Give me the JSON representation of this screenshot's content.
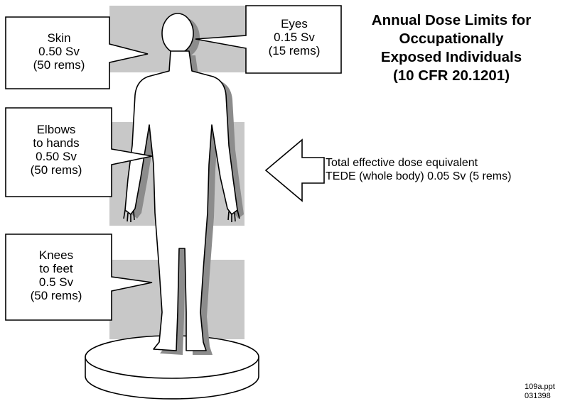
{
  "title": {
    "line1": "Annual Dose Limits for",
    "line2": "Occupationally",
    "line3": "Exposed Individuals",
    "line4": "(10 CFR 20.1201)"
  },
  "callouts": {
    "skin": {
      "part": "Skin",
      "dose": "0.50 Sv",
      "rems": "(50 rems)"
    },
    "eyes": {
      "part": "Eyes",
      "dose": "0.15 Sv",
      "rems": "(15 rems)"
    },
    "elbows": {
      "part1": "Elbows",
      "part2": "to hands",
      "dose": "0.50 Sv",
      "rems": "(50 rems)"
    },
    "knees": {
      "part1": "Knees",
      "part2": "to feet",
      "dose": "0.5 Sv",
      "rems": "(50 rems)"
    }
  },
  "tede": {
    "line1": "Total effective dose equivalent",
    "line2": "TEDE (whole body) 0.05 Sv (5 rems)"
  },
  "file_ref": {
    "line1": "109a.ppt",
    "line2": "031398"
  },
  "colors": {
    "shade": "#c8c8c8",
    "shadow": "#8c8c8c",
    "ink": "#000000",
    "fill": "#ffffff"
  }
}
